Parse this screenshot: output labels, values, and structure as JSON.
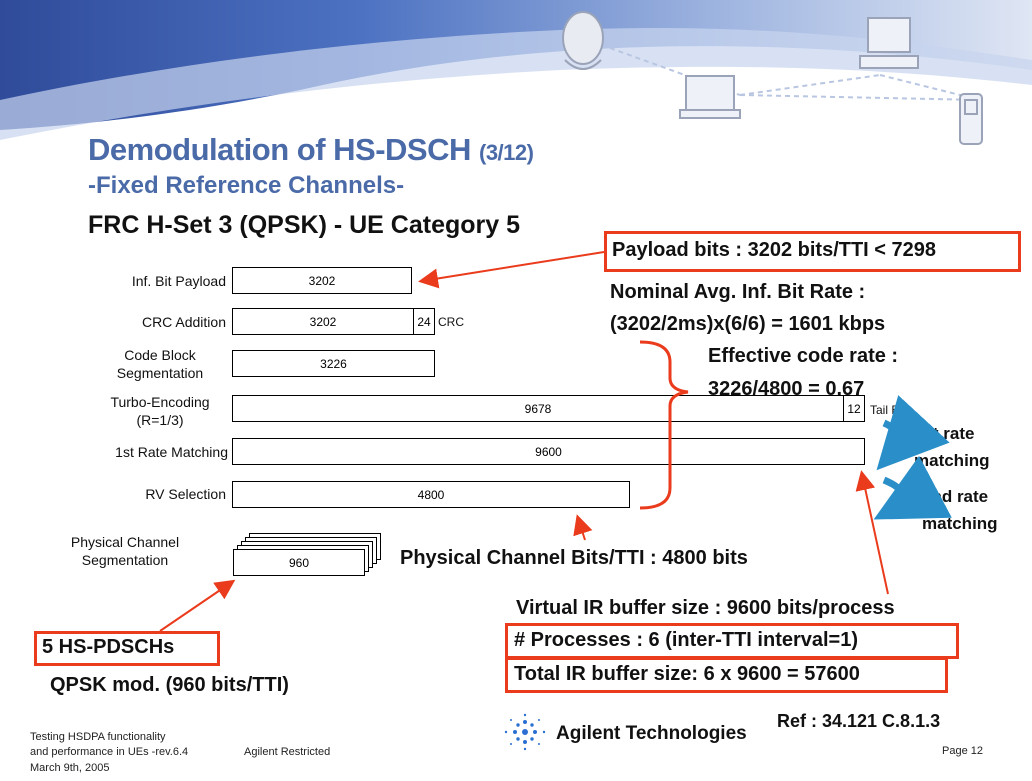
{
  "header": {
    "title": "Demodulation of HS-DSCH",
    "title_suffix": "(3/12)",
    "subtitle": "-Fixed Reference Channels-"
  },
  "diagram": {
    "heading": "FRC H-Set 3 (QPSK) - UE Category 5",
    "stages": [
      {
        "label": "Inf. Bit Payload",
        "value": "3202"
      },
      {
        "label": "CRC Addition",
        "value": "3202",
        "extra": "24",
        "extra_label": "CRC"
      },
      {
        "label_line1": "Code Block",
        "label_line2": "Segmentation",
        "value": "3226"
      },
      {
        "label_line1": "Turbo-Encoding",
        "label_line2": "(R=1/3)",
        "value": "9678",
        "extra": "12",
        "extra_label": "Tail Bits"
      },
      {
        "label": "1st  Rate Matching",
        "value": "9600"
      },
      {
        "label": "RV Selection",
        "value": "4800"
      },
      {
        "label_line1": "Physical Channel",
        "label_line2": "Segmentation",
        "value": "960"
      }
    ]
  },
  "annotations": {
    "payload_bits": "Payload bits : 3202 bits/TTI < 7298",
    "nominal_rate_1": "Nominal Avg. Inf. Bit Rate :",
    "nominal_rate_2": "(3202/2ms)x(6/6) = 1601 kbps",
    "effective_code_rate_1": "Effective code rate :",
    "effective_code_rate_2": "3226/4800 = 0.67",
    "first_rate_1": "1st rate",
    "first_rate_2": "matching",
    "second_rate_1": "2nd rate",
    "second_rate_2": "matching",
    "phys_channel_bits": "Physical Channel Bits/TTI : 4800 bits",
    "virtual_ir": "Virtual IR buffer size : 9600 bits/process",
    "processes": "# Processes : 6 (inter-TTI interval=1)",
    "total_ir": "Total IR buffer size: 6 x 9600 = 57600",
    "hs_pdschs": "5 HS-PDSCHs",
    "qpsk_mod": "QPSK mod. (960 bits/TTI)"
  },
  "footer": {
    "line1": "Testing HSDPA functionality",
    "line2": "and performance in UEs -rev.6.4",
    "line3": "March 9th, 2005",
    "restricted": "Agilent Restricted",
    "company": "Agilent Technologies",
    "ref": "Ref : 34.121 C.8.1.3",
    "page": "Page 12"
  },
  "colors": {
    "title": "#4a6aa8",
    "red": "#ea3b1c",
    "arrow_blue": "#2a8fc8"
  }
}
